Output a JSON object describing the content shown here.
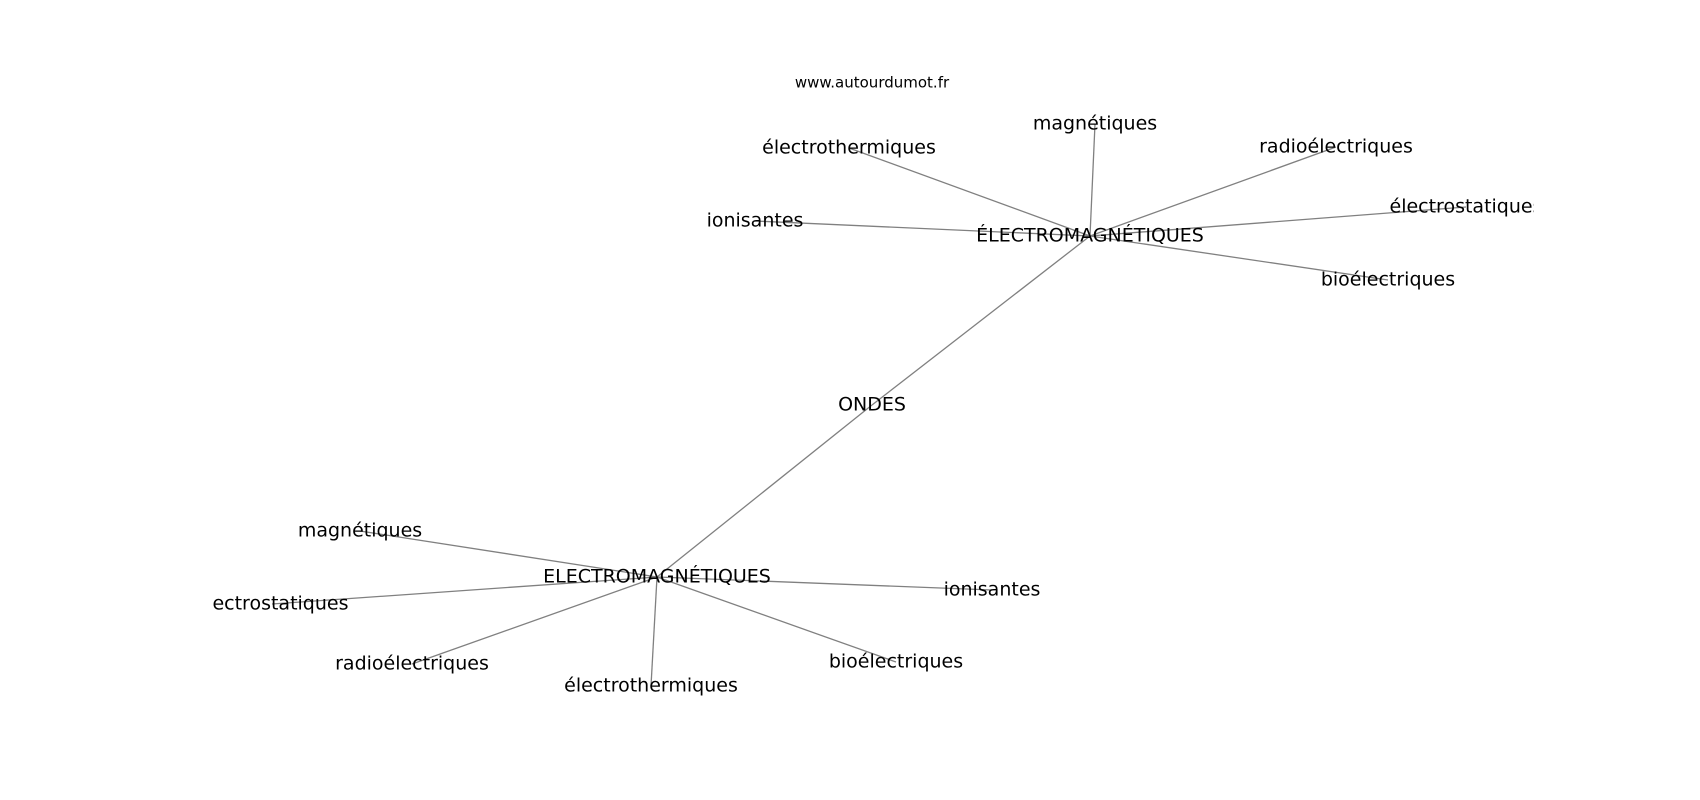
{
  "watermark": "www.autourdumot.fr",
  "graph": {
    "nodes": [
      {
        "id": "ondes",
        "label": "ONDES"
      },
      {
        "id": "em1",
        "label": "ÉLECTROMAGNÉTIQUES"
      },
      {
        "id": "em1_magnetiques",
        "label": "magnétiques"
      },
      {
        "id": "em1_electrothermiques",
        "label": "électrothermiques"
      },
      {
        "id": "em1_radioelectriques",
        "label": "radioélectriques"
      },
      {
        "id": "em1_ionisantes",
        "label": "ionisantes"
      },
      {
        "id": "em1_electrostatiques",
        "label": "électrostatiques"
      },
      {
        "id": "em1_bioelectriques",
        "label": "bioélectriques"
      },
      {
        "id": "em2",
        "label": "ELECTROMAGNÉTIQUES"
      },
      {
        "id": "em2_magnetiques",
        "label": "magnétiques"
      },
      {
        "id": "em2_electrostatiques",
        "label": "électrostatiques"
      },
      {
        "id": "em2_radioelectriques",
        "label": "radioélectriques"
      },
      {
        "id": "em2_electrothermiques",
        "label": "électrothermiques"
      },
      {
        "id": "em2_bioelectriques",
        "label": "bioélectriques"
      },
      {
        "id": "em2_ionisantes",
        "label": "ionisantes"
      }
    ],
    "edges": [
      {
        "from": "ondes",
        "to": "em1"
      },
      {
        "from": "ondes",
        "to": "em2"
      },
      {
        "from": "em1",
        "to": "em1_magnetiques"
      },
      {
        "from": "em1",
        "to": "em1_electrothermiques"
      },
      {
        "from": "em1",
        "to": "em1_radioelectriques"
      },
      {
        "from": "em1",
        "to": "em1_ionisantes"
      },
      {
        "from": "em1",
        "to": "em1_electrostatiques"
      },
      {
        "from": "em1",
        "to": "em1_bioelectriques"
      },
      {
        "from": "em2",
        "to": "em2_magnetiques"
      },
      {
        "from": "em2",
        "to": "em2_electrostatiques"
      },
      {
        "from": "em2",
        "to": "em2_radioelectriques"
      },
      {
        "from": "em2",
        "to": "em2_electrothermiques"
      },
      {
        "from": "em2",
        "to": "em2_bioelectriques"
      },
      {
        "from": "em2",
        "to": "em2_ionisantes"
      }
    ]
  }
}
